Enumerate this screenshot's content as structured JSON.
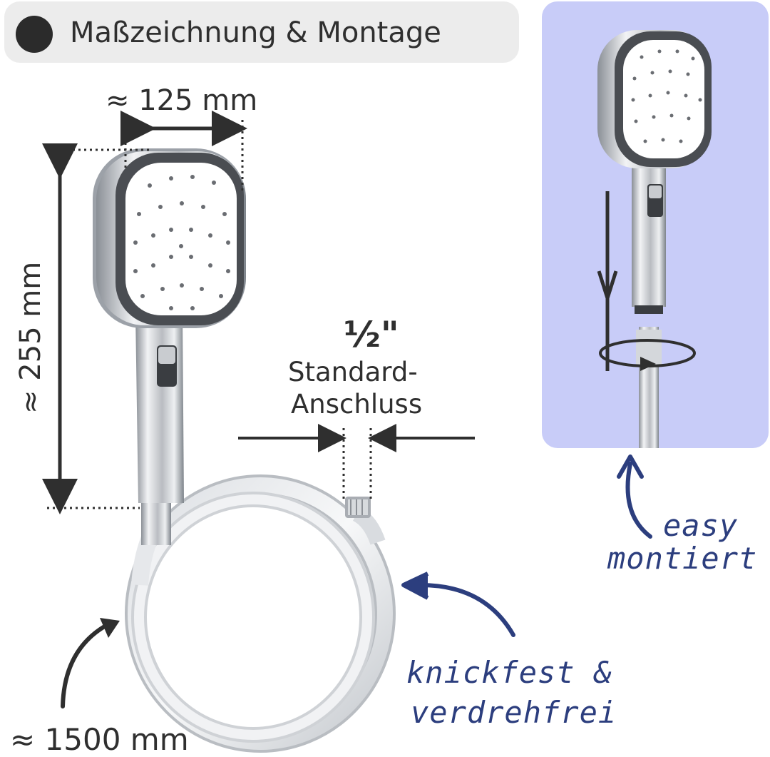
{
  "header": {
    "title": "Maßzeichnung & Montage"
  },
  "dimensions": {
    "width": "≈ 125 mm",
    "height": "≈ 255 mm",
    "hose_length": "≈ 1500 mm"
  },
  "connector": {
    "size": "½\"",
    "label_line1": "Standard-",
    "label_line2": "Anschluss"
  },
  "callouts": {
    "easy_line1": "easy",
    "easy_line2": "montiert",
    "hose_line1": "knickfest &",
    "hose_line2": "verdrehfrei"
  },
  "colors": {
    "panel": "#c8ccf8",
    "annotation": "#2c3e7e",
    "dark": "#2f2f2f"
  }
}
